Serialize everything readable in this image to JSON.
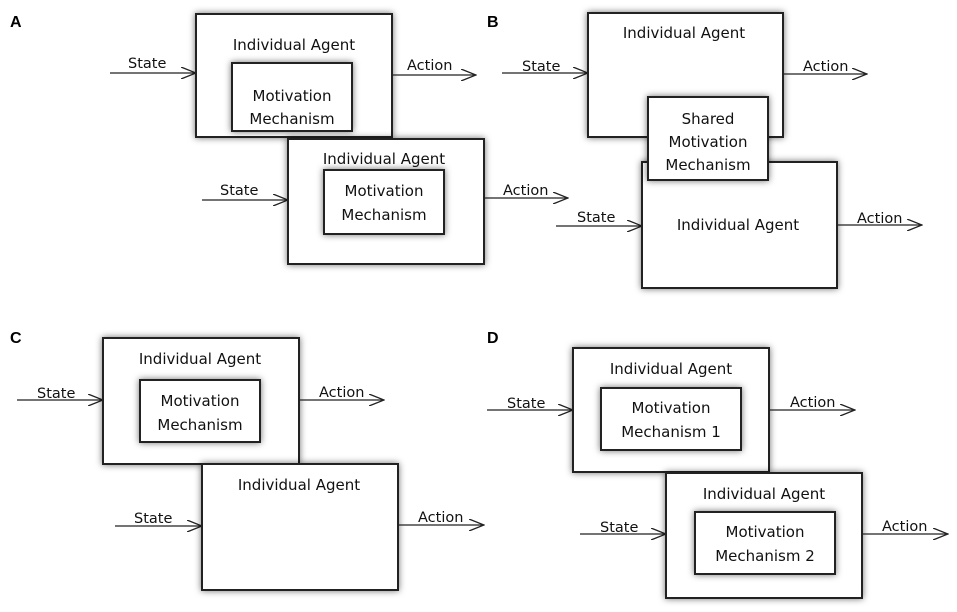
{
  "panels": {
    "a": {
      "label": "A",
      "agent1": {
        "title": "Individual Agent",
        "mechanism": [
          "Motivation",
          "Mechanism"
        ],
        "input": "State",
        "output": "Action"
      },
      "agent2": {
        "title": "Individual Agent",
        "mechanism": [
          "Motivation",
          "Mechanism"
        ],
        "input": "State",
        "output": "Action"
      }
    },
    "b": {
      "label": "B",
      "agent1": {
        "title": "Individual Agent",
        "input": "State",
        "output": "Action"
      },
      "shared": [
        "Shared",
        "Motivation",
        "Mechanism"
      ],
      "agent2": {
        "title": "Individual Agent",
        "input": "State",
        "output": "Action"
      }
    },
    "c": {
      "label": "C",
      "agent1": {
        "title": "Individual Agent",
        "mechanism": [
          "Motivation",
          "Mechanism"
        ],
        "input": "State",
        "output": "Action"
      },
      "agent2": {
        "title": "Individual Agent",
        "input": "State",
        "output": "Action"
      }
    },
    "d": {
      "label": "D",
      "agent1": {
        "title": "Individual Agent",
        "mechanism": [
          "Motivation",
          "Mechanism 1"
        ],
        "input": "State",
        "output": "Action"
      },
      "agent2": {
        "title": "Individual Agent",
        "mechanism": [
          "Motivation",
          "Mechanism 2"
        ],
        "input": "State",
        "output": "Action"
      }
    }
  }
}
